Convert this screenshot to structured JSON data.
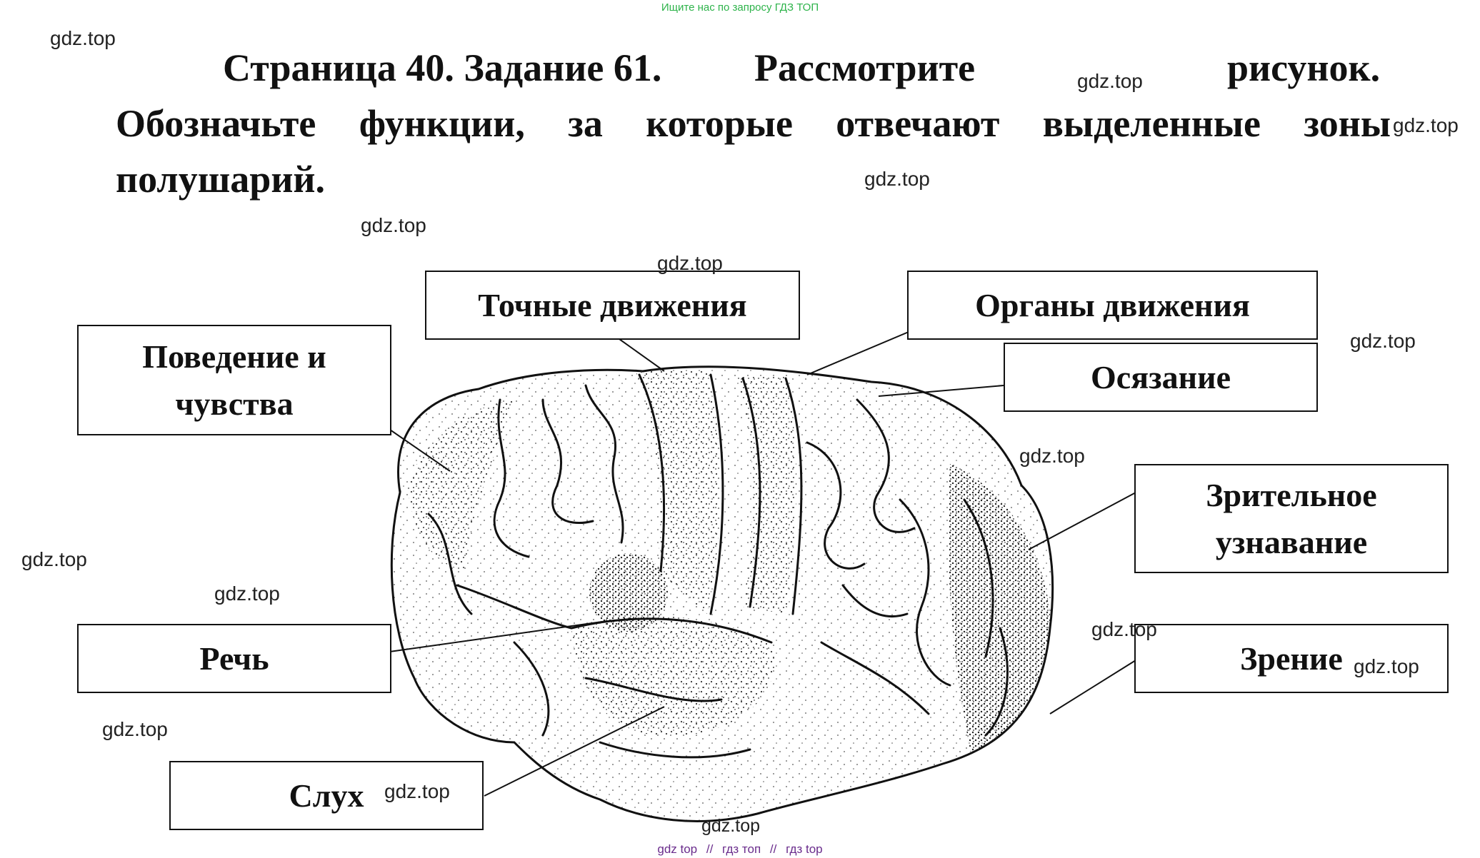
{
  "top_banner": "Ищите нас по запросу ГДЗ ТОП",
  "heading": {
    "line1_a": "Страница 40. Задание 61.",
    "line1_b": "Рассмотрите",
    "line1_c": "рисунок.",
    "line2": "Обозначьте функции, за которые отвечают выделенные зоны",
    "line3": "полушарий."
  },
  "labels": {
    "behavior": [
      "Поведение и",
      "чувства"
    ],
    "precise": "Точные движения",
    "motor": "Органы движения",
    "touch": "Осязание",
    "visual_recog": [
      "Зрительное",
      "узнавание"
    ],
    "speech": "Речь",
    "vision": "Зрение",
    "hearing": "Слух"
  },
  "watermark": "gdz.top",
  "footer": {
    "item1": "gdz top",
    "sep": "//",
    "item2": "гдз топ",
    "item3": "гдз top"
  },
  "colors": {
    "banner": "#2db34a",
    "footer": "#6a2c8c",
    "ink": "#111111"
  }
}
